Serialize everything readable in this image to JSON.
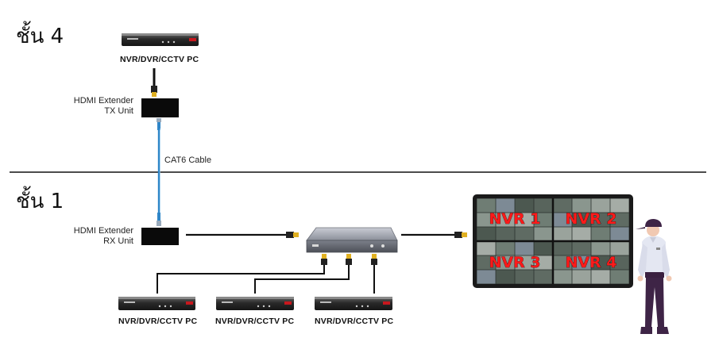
{
  "floors": {
    "top": "ชั้น 4",
    "bottom": "ชั้น 1"
  },
  "tx_unit": {
    "line1": "HDMI Extender",
    "line2": "TX Unit"
  },
  "rx_unit": {
    "line1": "HDMI Extender",
    "line2": "RX Unit"
  },
  "cable_label": "CAT6 Cable",
  "recorders": [
    "NVR/DVR/CCTV  PC",
    "NVR/DVR/CCTV  PC",
    "NVR/DVR/CCTV  PC",
    "NVR/DVR/CCTV  PC"
  ],
  "monitor_tiles": [
    "NVR 1",
    "NVR 2",
    "NVR 3",
    "NVR 4"
  ],
  "colors": {
    "cat6": "#2f86c8",
    "hdmi_tip": "#e0b020",
    "divider": "#111111",
    "nvr_accent": "#c8181e"
  }
}
